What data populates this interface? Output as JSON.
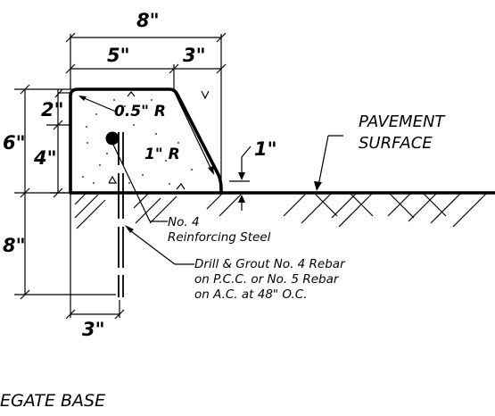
{
  "dimensions": {
    "overall_width": "8\"",
    "top_width": "5\"",
    "slope_width": "3\"",
    "corner_offset": "2\"",
    "corner_radius": "0.5\" R",
    "height_total": "6\"",
    "height_lower": "4\"",
    "toe_radius": "1\" R",
    "reveal": "1\"",
    "embed_depth": "8\"",
    "embed_offset": "3\""
  },
  "labels": {
    "pavement_line1": "PAVEMENT",
    "pavement_line2": "SURFACE",
    "reinforcing_line1": "No. 4",
    "reinforcing_line2": "Reinforcing Steel",
    "dowel_line1": "Drill & Grout No. 4 Rebar",
    "dowel_line2": "on P.C.C. or No. 5 Rebar",
    "dowel_line3": "on A.C. at 48\" O.C.",
    "base_text": "EGATE BASE"
  },
  "colors": {
    "ink": "#000000",
    "background": "#ffffff"
  }
}
